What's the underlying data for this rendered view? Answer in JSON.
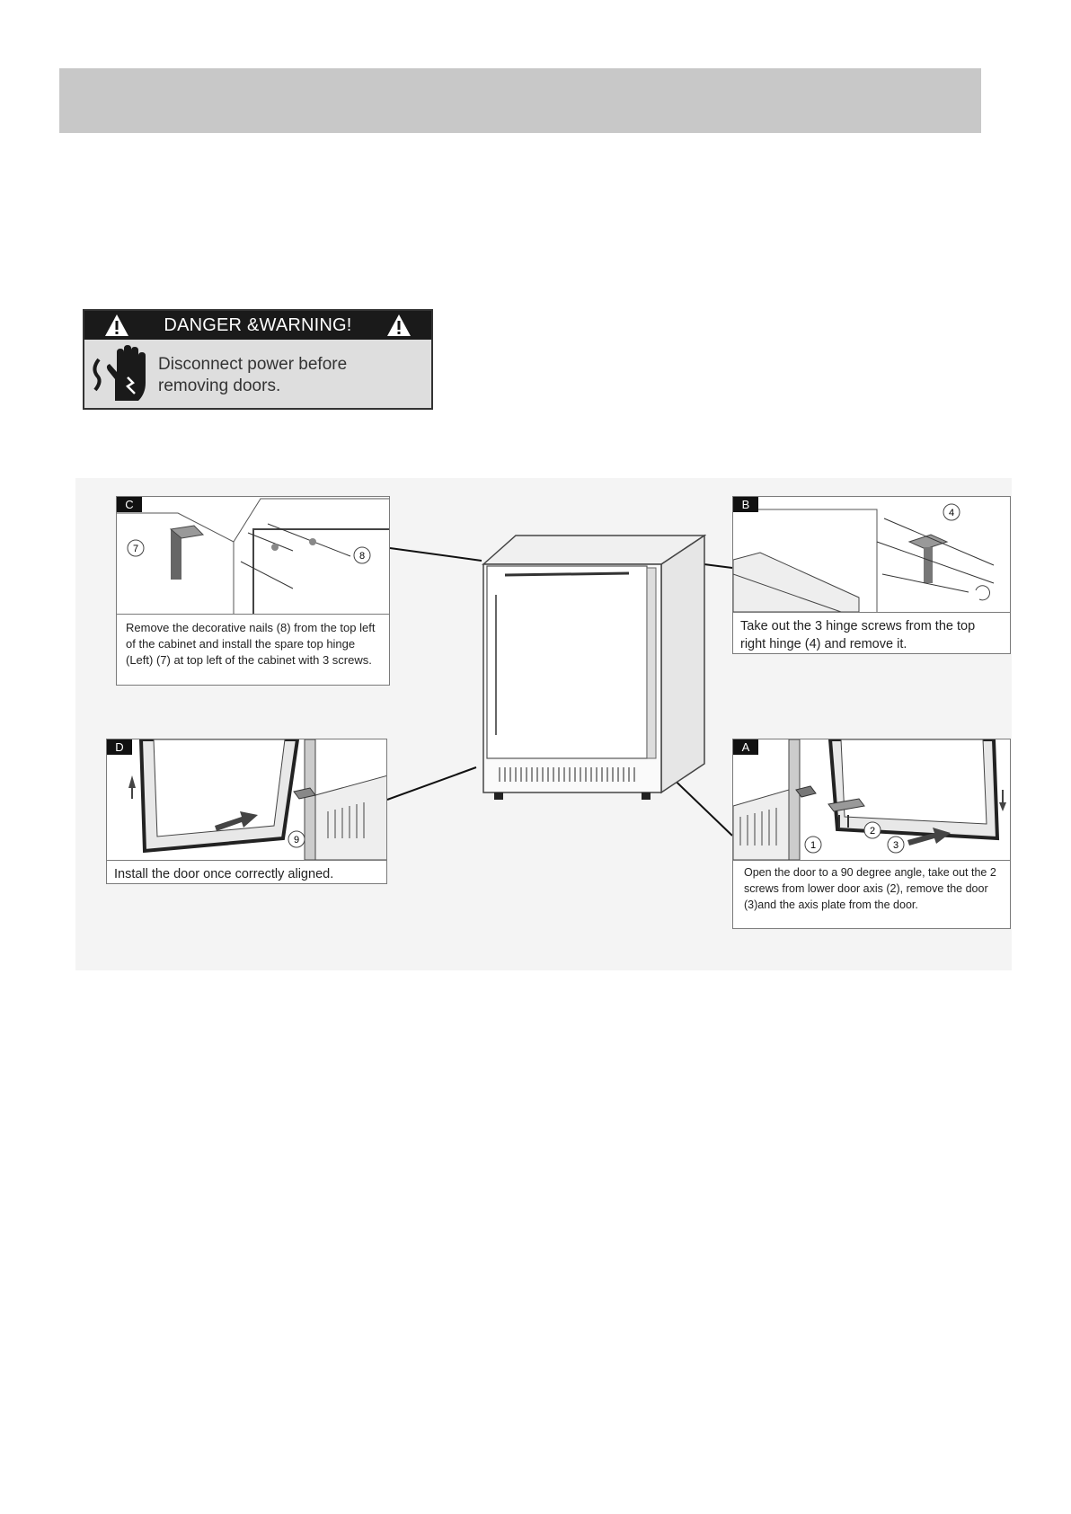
{
  "warning": {
    "title": "DANGER &WARNING!",
    "message": "Disconnect power before removing doors."
  },
  "panels": {
    "c": {
      "tag": "C",
      "callouts": [
        "7",
        "8"
      ],
      "caption": "Remove the decorative nails (8) from the top left of the cabinet and install the spare top hinge (Left) (7) at top left of the cabinet with 3 screws."
    },
    "b": {
      "tag": "B",
      "callouts": [
        "4"
      ],
      "caption": "Take out the 3 hinge screws from the top right hinge (4) and remove it."
    },
    "d": {
      "tag": "D",
      "callouts": [
        "9"
      ],
      "caption": "Install the door once correctly aligned."
    },
    "a": {
      "tag": "A",
      "callouts": [
        "1",
        "2",
        "3"
      ],
      "caption": "Open the door to a 90 degree angle, take out the 2 screws from lower door axis (2), remove the door (3)and the axis plate from the door."
    }
  }
}
